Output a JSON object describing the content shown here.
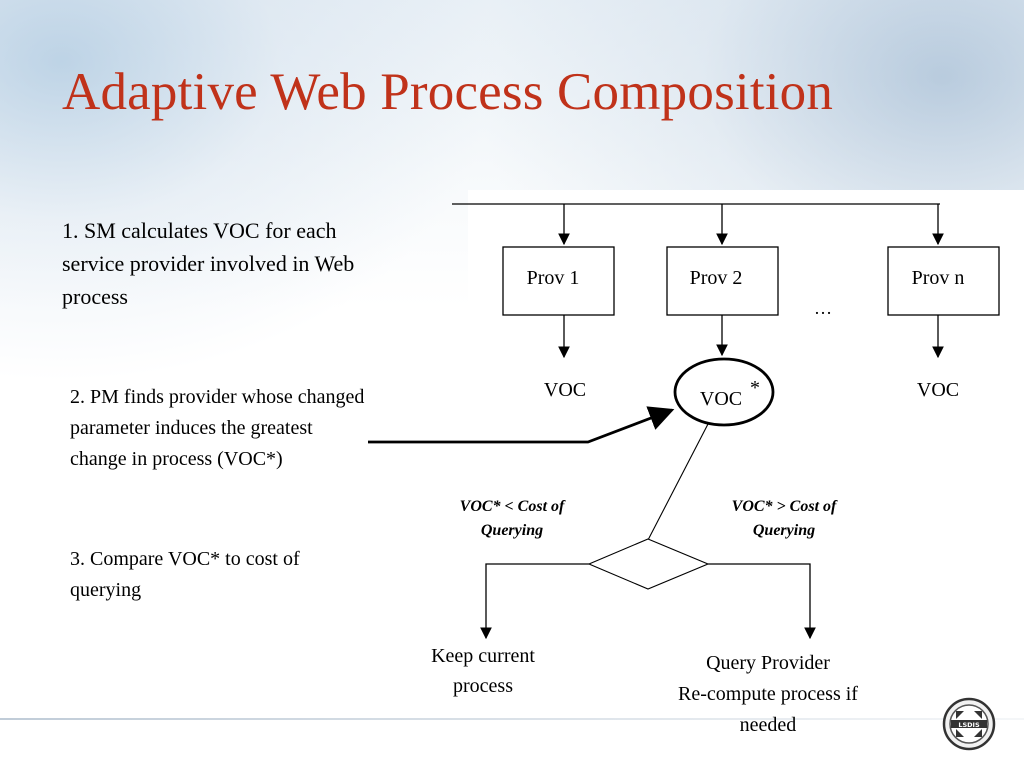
{
  "title": "Adaptive Web Process Composition",
  "steps": {
    "step1": "1. SM calculates VOC for each service provider involved in Web process",
    "step2": "2. PM finds provider whose changed parameter induces the greatest change in process (VOC*)",
    "step3": "3. Compare VOC* to cost of querying"
  },
  "diagram": {
    "providers": [
      "Prov 1",
      "Prov 2",
      "Prov n"
    ],
    "ellipsis": "…",
    "voc_label": "VOC",
    "voc_star_base": "VOC",
    "voc_star_sup": "*",
    "condition_left": [
      "VOC* < Cost of",
      "Querying"
    ],
    "condition_right": [
      "VOC* > Cost of",
      "Querying"
    ],
    "outcome_left": [
      "Keep current",
      "process"
    ],
    "outcome_right": [
      "Query Provider",
      "Re-compute process  if",
      "needed"
    ]
  },
  "colors": {
    "title": "#c0321a",
    "text": "#000000"
  },
  "logo": {
    "icon": "lsdis-logo-icon",
    "text": "LSDIS"
  }
}
